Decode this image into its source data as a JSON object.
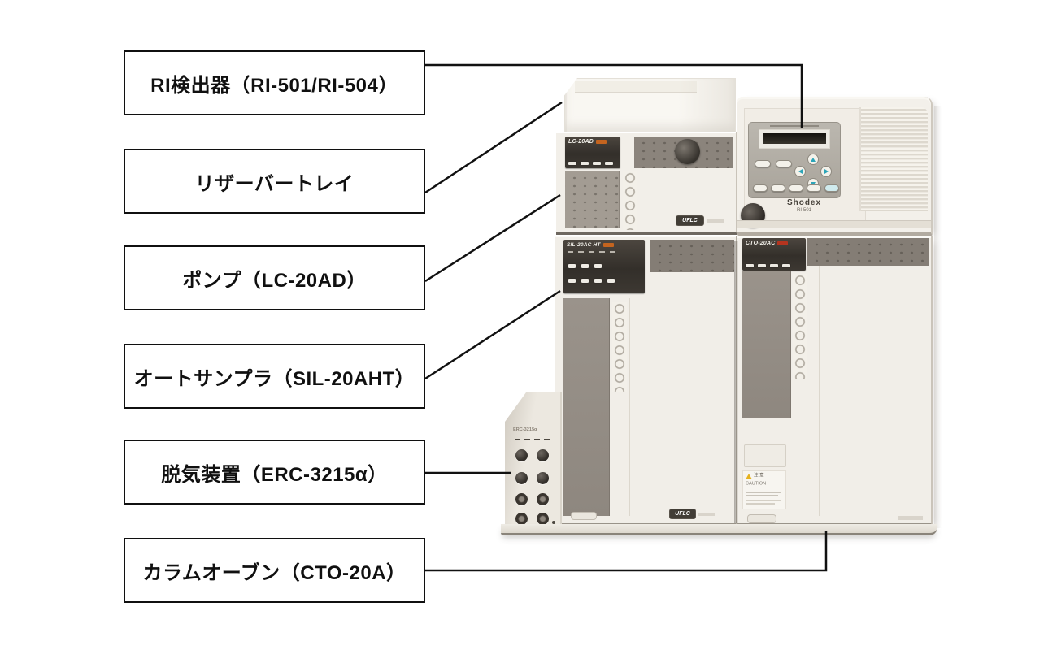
{
  "labels": [
    {
      "id": "ri-detector",
      "text": "RI検出器（RI-501/RI-504）"
    },
    {
      "id": "reservoir-tray",
      "text": "リザーバートレイ"
    },
    {
      "id": "pump",
      "text": "ポンプ（LC-20AD）"
    },
    {
      "id": "autosampler",
      "text": "オートサンプラ（SIL-20AHT）"
    },
    {
      "id": "degasser",
      "text": "脱気装置（ERC-3215α）"
    },
    {
      "id": "column-oven",
      "text": "カラムオーブン（CTO-20A）"
    }
  ],
  "machine": {
    "pump": {
      "model": "LC-20AD"
    },
    "autosampler": {
      "model": "SIL-20AC HT"
    },
    "column_oven": {
      "model": "CTO-20AC"
    },
    "degasser": {
      "model": "ERC-3215α"
    },
    "detector": {
      "brand": "Shodex",
      "model": "RI-501"
    },
    "uflc_badge": "UFLC",
    "caution": {
      "ja": "注 意",
      "en": "CAUTION"
    }
  },
  "colors": {
    "connector_line": "#111111",
    "label_border": "#101010",
    "panel_dark": "#38332d",
    "strip_gray": "#8b847c",
    "accent_orange": "#c4641f",
    "accent_teal": "#2ba4b8",
    "body_ivory": "#f1eee8"
  }
}
